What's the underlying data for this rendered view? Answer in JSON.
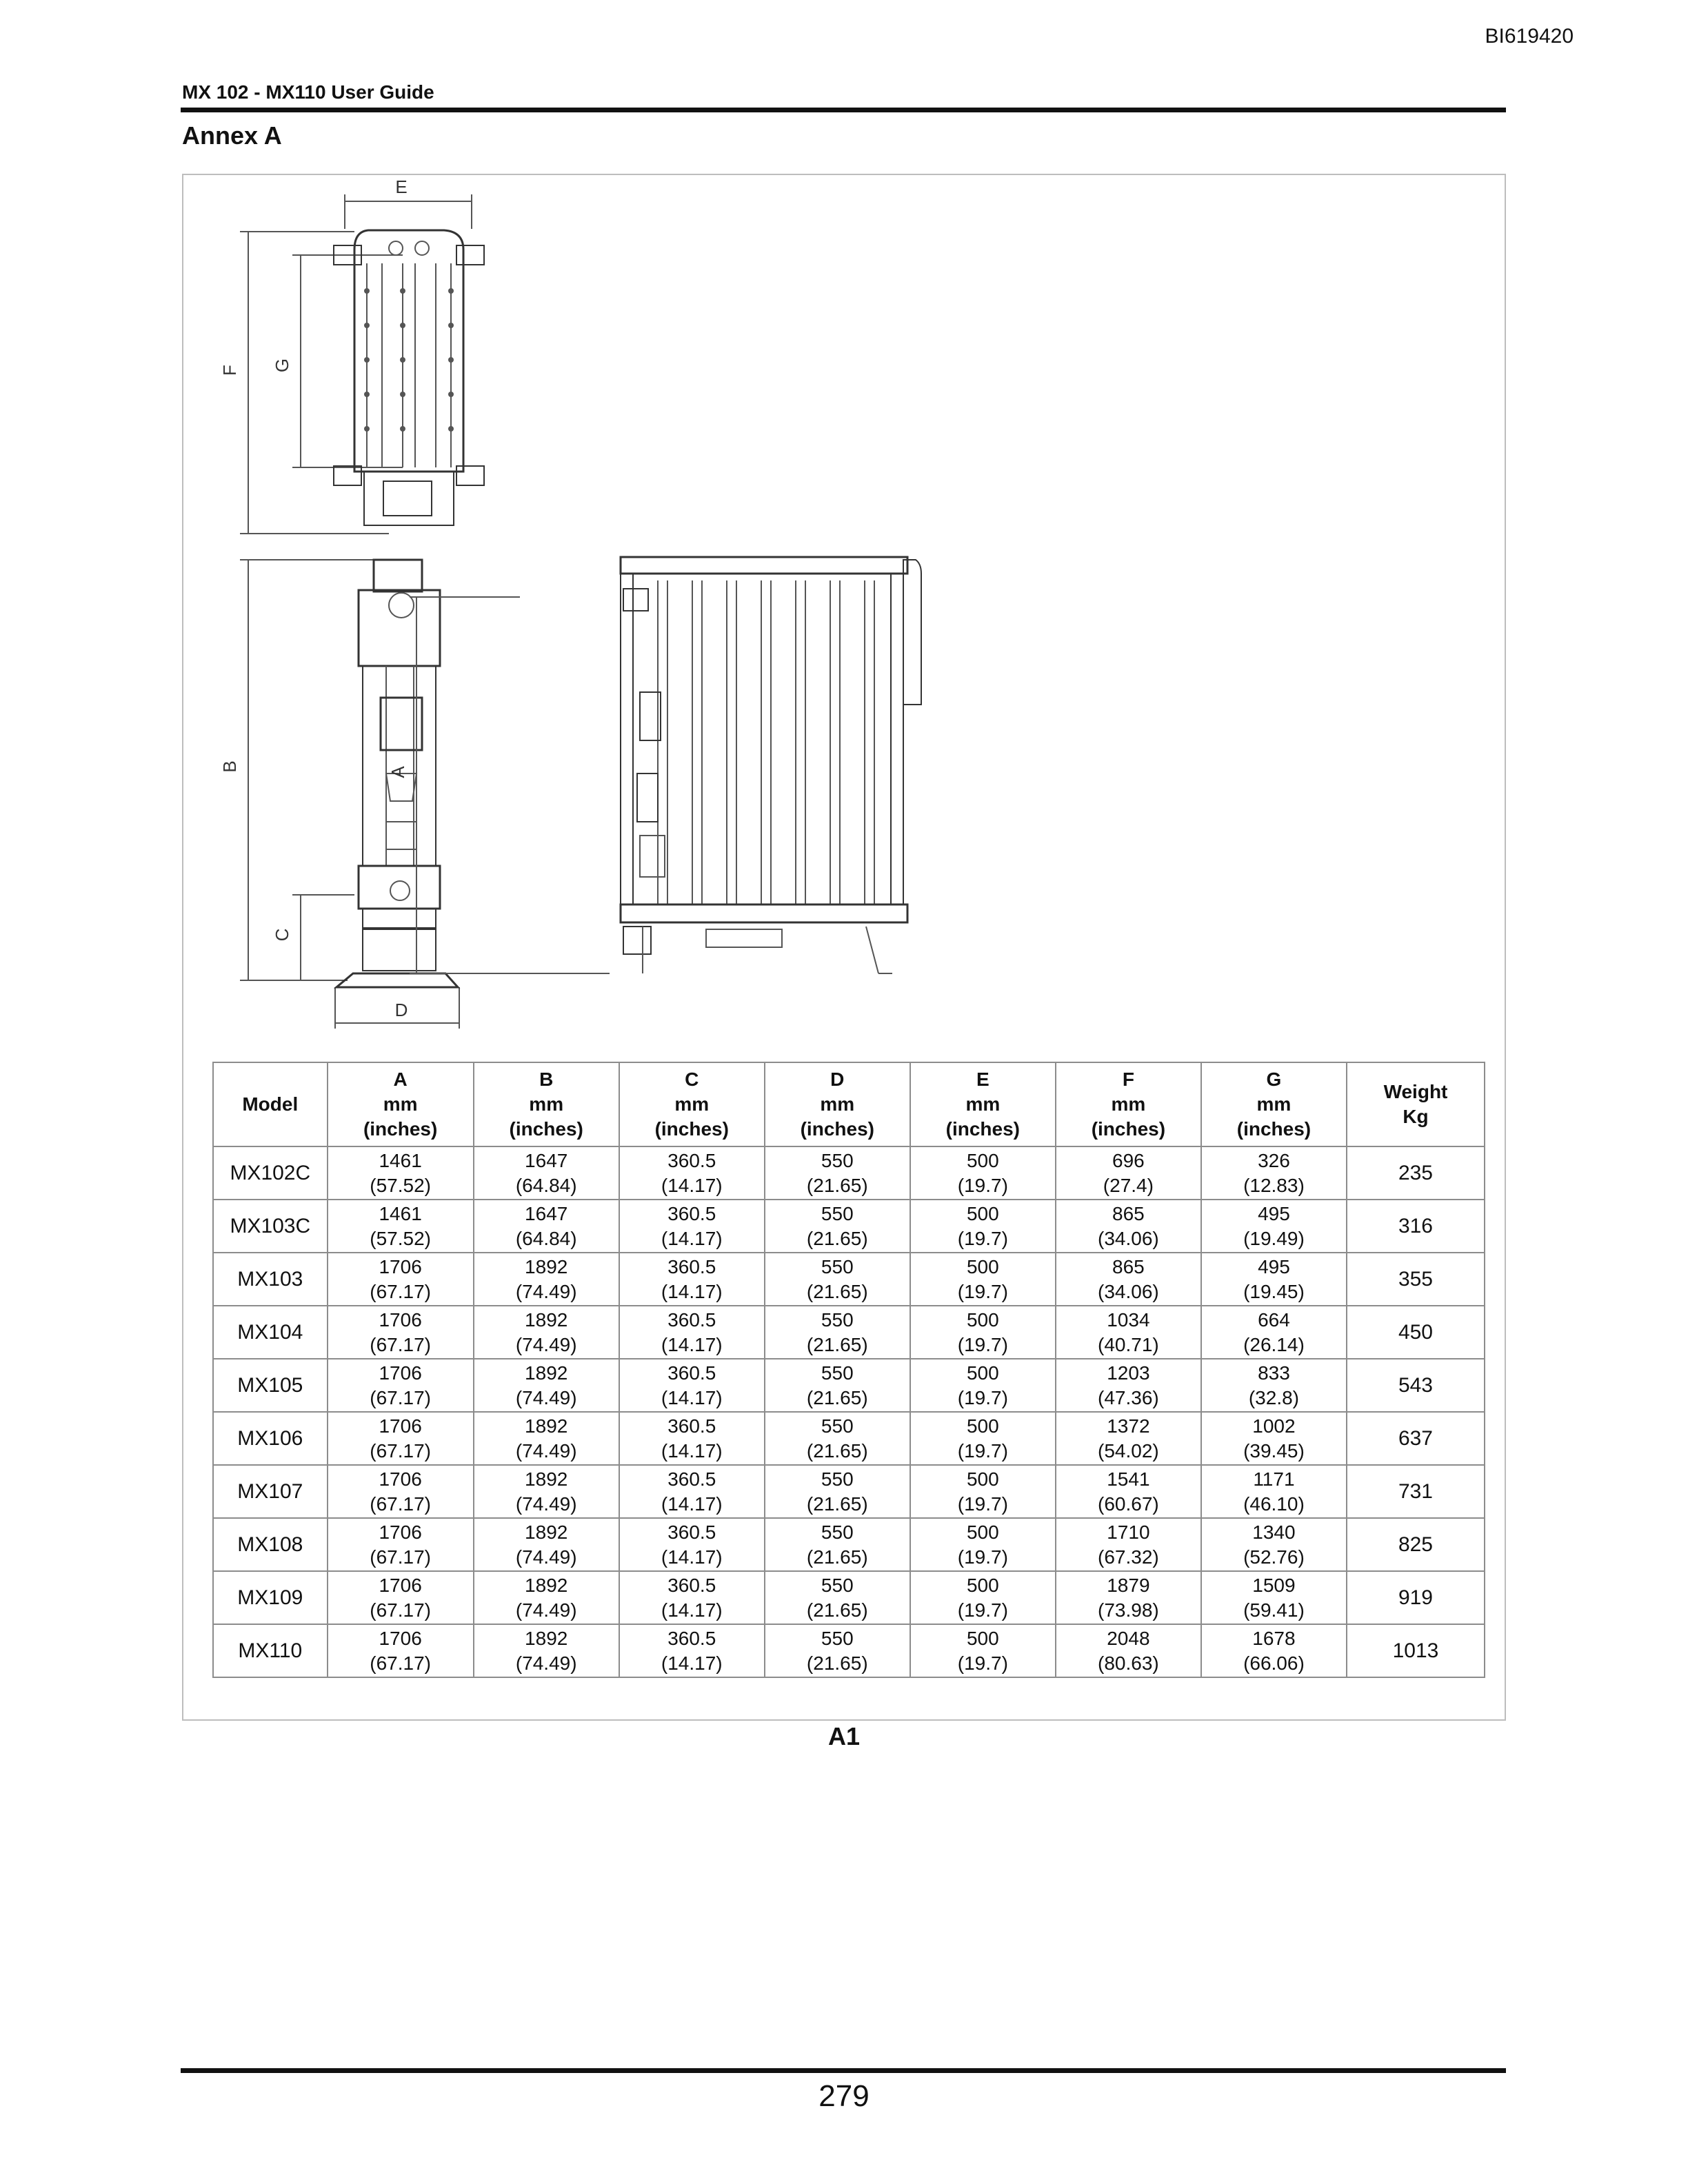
{
  "header": {
    "doc_id": "BI619420",
    "guide_title": "MX 102 - MX110 User Guide",
    "section_title": "Annex A"
  },
  "drawing": {
    "dimension_labels": {
      "a": "A",
      "b": "B",
      "c": "C",
      "d": "D",
      "e": "E",
      "f": "F",
      "g": "G"
    }
  },
  "table": {
    "headers": [
      {
        "id": "model",
        "lines": [
          "Model"
        ]
      },
      {
        "id": "a",
        "lines": [
          "A",
          "mm",
          "(inches)"
        ]
      },
      {
        "id": "b",
        "lines": [
          "B",
          "mm",
          "(inches)"
        ]
      },
      {
        "id": "c",
        "lines": [
          "C",
          "mm",
          "(inches)"
        ]
      },
      {
        "id": "d",
        "lines": [
          "D",
          "mm",
          "(inches)"
        ]
      },
      {
        "id": "e",
        "lines": [
          "E",
          "mm",
          "(inches)"
        ]
      },
      {
        "id": "f",
        "lines": [
          "F",
          "mm",
          "(inches)"
        ]
      },
      {
        "id": "g",
        "lines": [
          "G",
          "mm",
          "(inches)"
        ]
      },
      {
        "id": "weight",
        "lines": [
          "Weight",
          "Kg"
        ]
      }
    ],
    "rows": [
      {
        "model": "MX102C",
        "cells": [
          [
            "1461",
            "(57.52)"
          ],
          [
            "1647",
            "(64.84)"
          ],
          [
            "360.5",
            "(14.17)"
          ],
          [
            "550",
            "(21.65)"
          ],
          [
            "500",
            "(19.7)"
          ],
          [
            "696",
            "(27.4)"
          ],
          [
            "326",
            "(12.83)"
          ]
        ],
        "weight": "235"
      },
      {
        "model": "MX103C",
        "cells": [
          [
            "1461",
            "(57.52)"
          ],
          [
            "1647",
            "(64.84)"
          ],
          [
            "360.5",
            "(14.17)"
          ],
          [
            "550",
            "(21.65)"
          ],
          [
            "500",
            "(19.7)"
          ],
          [
            "865",
            "(34.06)"
          ],
          [
            "495",
            "(19.49)"
          ]
        ],
        "weight": "316"
      },
      {
        "model": "MX103",
        "cells": [
          [
            "1706",
            "(67.17)"
          ],
          [
            "1892",
            "(74.49)"
          ],
          [
            "360.5",
            "(14.17)"
          ],
          [
            "550",
            "(21.65)"
          ],
          [
            "500",
            "(19.7)"
          ],
          [
            "865",
            "(34.06)"
          ],
          [
            "495",
            "(19.45)"
          ]
        ],
        "weight": "355"
      },
      {
        "model": "MX104",
        "cells": [
          [
            "1706",
            "(67.17)"
          ],
          [
            "1892",
            "(74.49)"
          ],
          [
            "360.5",
            "(14.17)"
          ],
          [
            "550",
            "(21.65)"
          ],
          [
            "500",
            "(19.7)"
          ],
          [
            "1034",
            "(40.71)"
          ],
          [
            "664",
            "(26.14)"
          ]
        ],
        "weight": "450"
      },
      {
        "model": "MX105",
        "cells": [
          [
            "1706",
            "(67.17)"
          ],
          [
            "1892",
            "(74.49)"
          ],
          [
            "360.5",
            "(14.17)"
          ],
          [
            "550",
            "(21.65)"
          ],
          [
            "500",
            "(19.7)"
          ],
          [
            "1203",
            "(47.36)"
          ],
          [
            "833",
            "(32.8)"
          ]
        ],
        "weight": "543"
      },
      {
        "model": "MX106",
        "cells": [
          [
            "1706",
            "(67.17)"
          ],
          [
            "1892",
            "(74.49)"
          ],
          [
            "360.5",
            "(14.17)"
          ],
          [
            "550",
            "(21.65)"
          ],
          [
            "500",
            "(19.7)"
          ],
          [
            "1372",
            "(54.02)"
          ],
          [
            "1002",
            "(39.45)"
          ]
        ],
        "weight": "637"
      },
      {
        "model": "MX107",
        "cells": [
          [
            "1706",
            "(67.17)"
          ],
          [
            "1892",
            "(74.49)"
          ],
          [
            "360.5",
            "(14.17)"
          ],
          [
            "550",
            "(21.65)"
          ],
          [
            "500",
            "(19.7)"
          ],
          [
            "1541",
            "(60.67)"
          ],
          [
            "1171",
            "(46.10)"
          ]
        ],
        "weight": "731"
      },
      {
        "model": "MX108",
        "cells": [
          [
            "1706",
            "(67.17)"
          ],
          [
            "1892",
            "(74.49)"
          ],
          [
            "360.5",
            "(14.17)"
          ],
          [
            "550",
            "(21.65)"
          ],
          [
            "500",
            "(19.7)"
          ],
          [
            "1710",
            "(67.32)"
          ],
          [
            "1340",
            "(52.76)"
          ]
        ],
        "weight": "825"
      },
      {
        "model": "MX109",
        "cells": [
          [
            "1706",
            "(67.17)"
          ],
          [
            "1892",
            "(74.49)"
          ],
          [
            "360.5",
            "(14.17)"
          ],
          [
            "550",
            "(21.65)"
          ],
          [
            "500",
            "(19.7)"
          ],
          [
            "1879",
            "(73.98)"
          ],
          [
            "1509",
            "(59.41)"
          ]
        ],
        "weight": "919"
      },
      {
        "model": "MX110",
        "cells": [
          [
            "1706",
            "(67.17)"
          ],
          [
            "1892",
            "(74.49)"
          ],
          [
            "360.5",
            "(14.17)"
          ],
          [
            "550",
            "(21.65)"
          ],
          [
            "500",
            "(19.7)"
          ],
          [
            "2048",
            "(80.63)"
          ],
          [
            "1678",
            "(66.06)"
          ]
        ],
        "weight": "1013"
      }
    ]
  },
  "figure_caption": "A1",
  "page_number": "279"
}
